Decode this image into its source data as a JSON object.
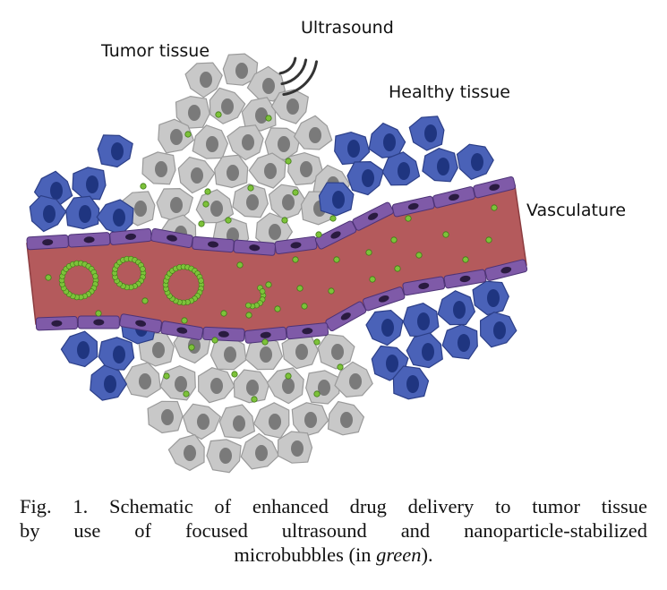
{
  "labels": {
    "tumor": "Tumor tissue",
    "ultrasound": "Ultrasound",
    "healthy": "Healthy tissue",
    "vasculature": "Vasculature"
  },
  "caption": {
    "line1": "Fig. 1. Schematic of enhanced drug delivery to tumor tissue",
    "line2": "by use of focused ultrasound and nanoparticle-stabilized",
    "line3_prefix": "microbubbles (in ",
    "line3_em": "green",
    "line3_suffix": ")."
  },
  "colors": {
    "vessel": "#b45a5c",
    "vessel_dark": "#8c3d40",
    "endothelial": "#7f5aa8",
    "tumor_cell": "#c8c8c8",
    "tumor_nucleus": "#7a7a7a",
    "healthy_cell": "#4a62b8",
    "healthy_nucleus": "#1f3580",
    "nanoparticle": "#7dc23a"
  }
}
